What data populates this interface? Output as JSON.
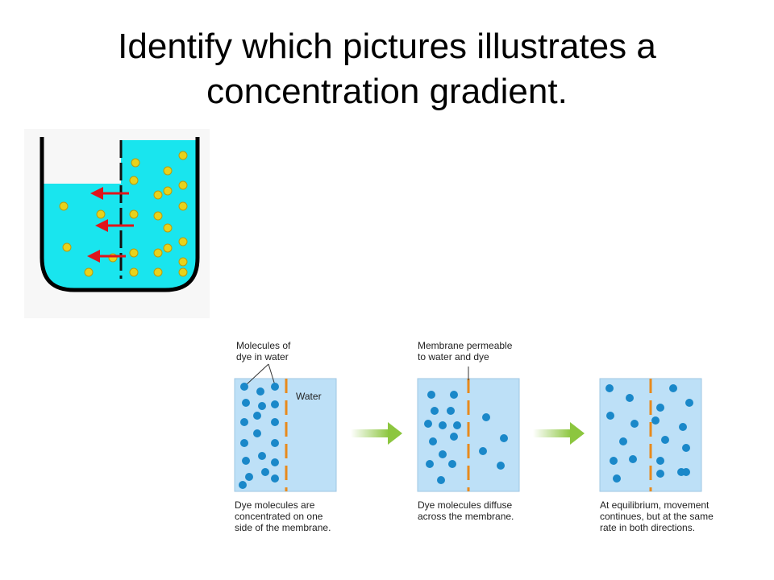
{
  "slide": {
    "title_lines": [
      "Identify which pictures illustrates a",
      "concentration gradient."
    ]
  },
  "diffusion": {
    "label_molecules": [
      "Molecules of",
      "dye in water"
    ],
    "label_water": "Water",
    "label_membrane": [
      "Membrane permeable",
      "to water and dye"
    ],
    "caption_1": [
      "Dye molecules are",
      "concentrated on one",
      "side of the membrane."
    ],
    "caption_2": [
      "Dye molecules diffuse",
      "across the membrane."
    ],
    "caption_3": [
      "At equilibrium, movement",
      "continues, but at the same",
      "rate in both directions."
    ]
  },
  "colors": {
    "beaker_water": "#19e5ee",
    "particle": "#e8d21a",
    "arrow": "#e0151b",
    "panel_fill": "#bde0f7",
    "dye": "#1a88c9",
    "membrane": "#e88a1c",
    "step_arrow": "#8cc63f"
  }
}
